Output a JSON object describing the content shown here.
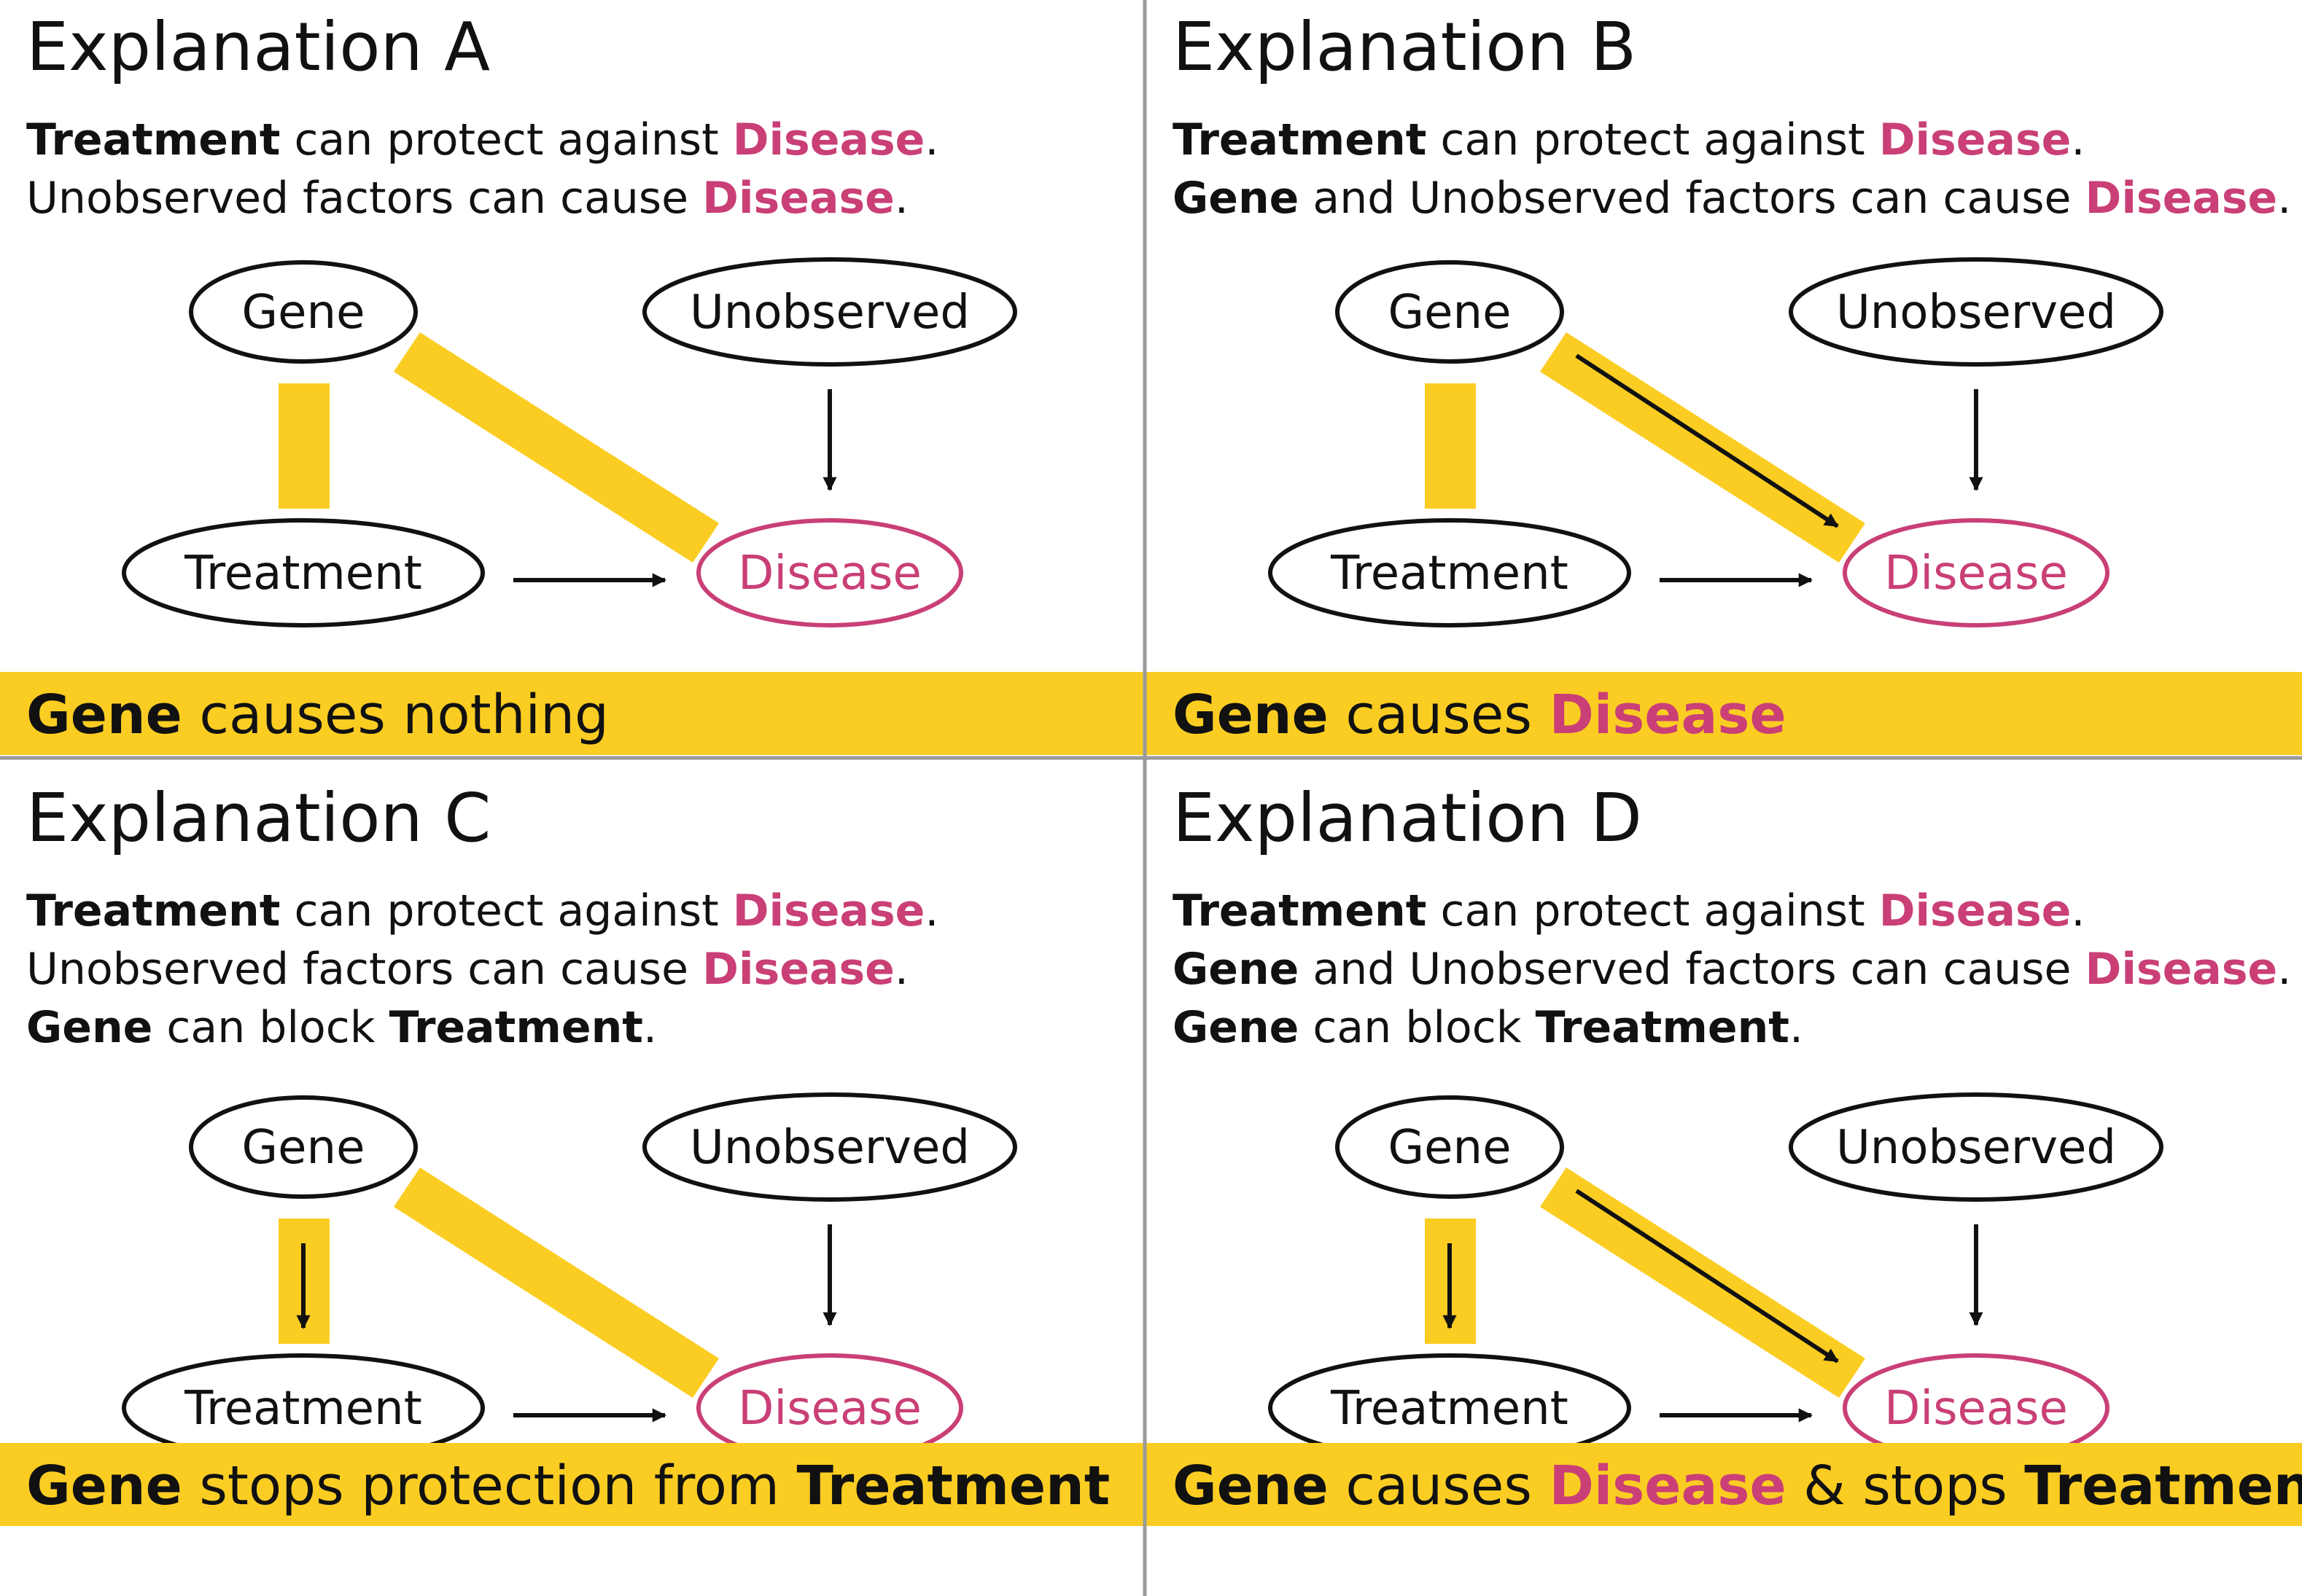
{
  "colors": {
    "highlight": "#fbcd23",
    "disease": "#c93f76",
    "text": "#111111",
    "divider": "#9a9a9a"
  },
  "panels": [
    {
      "id": "a",
      "title": "Explanation A",
      "lines": [
        [
          {
            "text": "Treatment",
            "bold": true
          },
          {
            "text": " can protect against "
          },
          {
            "text": "Disease",
            "bold": true,
            "pink": true
          },
          {
            "text": "."
          }
        ],
        [
          {
            "text": "Unobserved factors can cause "
          },
          {
            "text": "Disease",
            "bold": true,
            "pink": true
          },
          {
            "text": "."
          }
        ]
      ],
      "nodes": {
        "gene": "Gene",
        "unobserved": "Unobserved",
        "treatment": "Treatment",
        "disease": "Disease"
      },
      "gene_to_treatment_arrow": false,
      "gene_to_disease_arrow": false,
      "banner": [
        {
          "text": "Gene",
          "bold": true
        },
        {
          "text": " causes nothing"
        }
      ]
    },
    {
      "id": "b",
      "title": "Explanation B",
      "lines": [
        [
          {
            "text": "Treatment",
            "bold": true
          },
          {
            "text": " can protect against "
          },
          {
            "text": "Disease",
            "bold": true,
            "pink": true
          },
          {
            "text": "."
          }
        ],
        [
          {
            "text": "Gene",
            "bold": true
          },
          {
            "text": " and Unobserved factors can cause "
          },
          {
            "text": "Disease",
            "bold": true,
            "pink": true
          },
          {
            "text": "."
          }
        ]
      ],
      "nodes": {
        "gene": "Gene",
        "unobserved": "Unobserved",
        "treatment": "Treatment",
        "disease": "Disease"
      },
      "gene_to_treatment_arrow": false,
      "gene_to_disease_arrow": true,
      "banner": [
        {
          "text": "Gene",
          "bold": true
        },
        {
          "text": " causes "
        },
        {
          "text": "Disease",
          "bold": true,
          "pink": true
        }
      ]
    },
    {
      "id": "c",
      "title": "Explanation C",
      "lines": [
        [
          {
            "text": "Treatment",
            "bold": true
          },
          {
            "text": " can protect against "
          },
          {
            "text": "Disease",
            "bold": true,
            "pink": true
          },
          {
            "text": "."
          }
        ],
        [
          {
            "text": "Unobserved factors can cause "
          },
          {
            "text": "Disease",
            "bold": true,
            "pink": true
          },
          {
            "text": "."
          }
        ],
        [
          {
            "text": "Gene",
            "bold": true
          },
          {
            "text": " can block "
          },
          {
            "text": "Treatment",
            "bold": true
          },
          {
            "text": "."
          }
        ]
      ],
      "nodes": {
        "gene": "Gene",
        "unobserved": "Unobserved",
        "treatment": "Treatment",
        "disease": "Disease"
      },
      "gene_to_treatment_arrow": true,
      "gene_to_disease_arrow": false,
      "banner": [
        {
          "text": "Gene",
          "bold": true
        },
        {
          "text": " stops protection from "
        },
        {
          "text": "Treatment",
          "bold": true
        }
      ]
    },
    {
      "id": "d",
      "title": "Explanation D",
      "lines": [
        [
          {
            "text": "Treatment",
            "bold": true
          },
          {
            "text": " can protect against "
          },
          {
            "text": "Disease",
            "bold": true,
            "pink": true
          },
          {
            "text": "."
          }
        ],
        [
          {
            "text": "Gene",
            "bold": true
          },
          {
            "text": " and Unobserved factors can cause "
          },
          {
            "text": "Disease",
            "bold": true,
            "pink": true
          },
          {
            "text": "."
          }
        ],
        [
          {
            "text": "Gene",
            "bold": true
          },
          {
            "text": " can block "
          },
          {
            "text": "Treatment",
            "bold": true
          },
          {
            "text": "."
          }
        ]
      ],
      "nodes": {
        "gene": "Gene",
        "unobserved": "Unobserved",
        "treatment": "Treatment",
        "disease": "Disease"
      },
      "gene_to_treatment_arrow": true,
      "gene_to_disease_arrow": true,
      "banner": [
        {
          "text": "Gene",
          "bold": true
        },
        {
          "text": " causes "
        },
        {
          "text": "Disease",
          "bold": true,
          "pink": true
        },
        {
          "text": " & stops "
        },
        {
          "text": "Treatment",
          "bold": true
        }
      ]
    }
  ]
}
